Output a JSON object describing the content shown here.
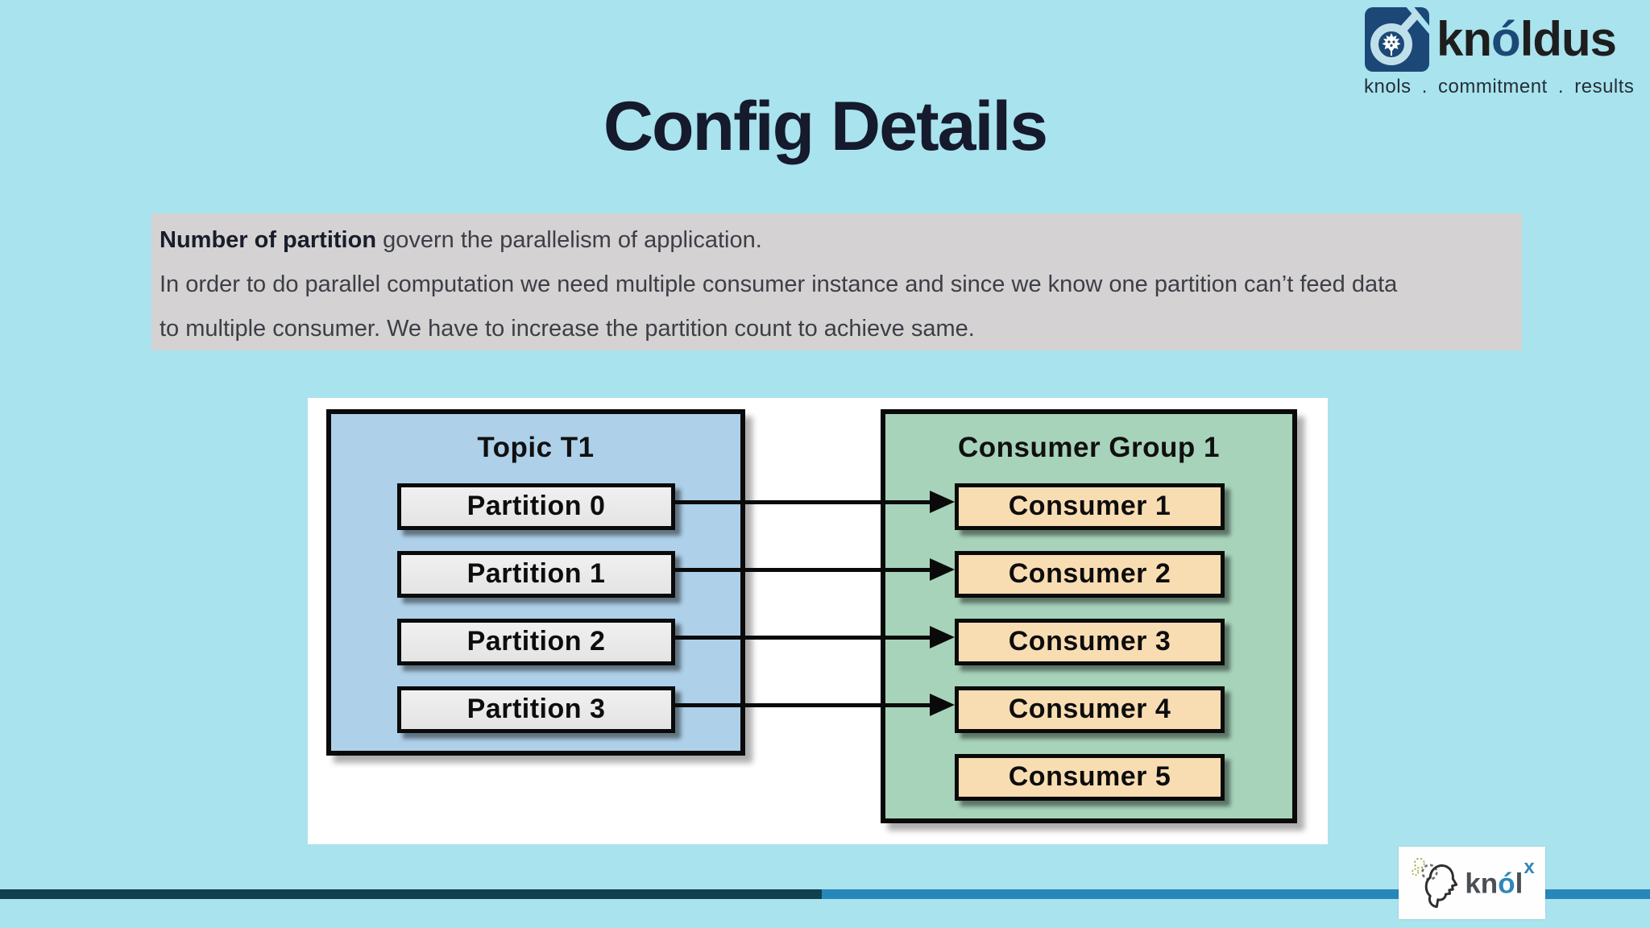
{
  "page": {
    "title": "Config Details"
  },
  "brand": {
    "logo_pre": "kn",
    "logo_accent": "ó",
    "logo_post": "ldus",
    "tagline": "knols . commitment . results",
    "navy": "#1c4877"
  },
  "note": {
    "bold_lead": "Number of partition",
    "line1_rest": " govern the parallelism of application.",
    "line2": "In order to do parallel computation we need multiple consumer instance and since we know one partition can’t feed data",
    "line3": "to multiple consumer. We have to increase the partition count to achieve same."
  },
  "diagram": {
    "topic": {
      "title": "Topic T1",
      "partitions": [
        "Partition 0",
        "Partition 1",
        "Partition 2",
        "Partition 3"
      ]
    },
    "consumer_group": {
      "title": "Consumer Group 1",
      "consumers": [
        "Consumer 1",
        "Consumer 2",
        "Consumer 3",
        "Consumer 4",
        "Consumer 5"
      ]
    },
    "connections": [
      {
        "from": "Partition 0",
        "to": "Consumer 1"
      },
      {
        "from": "Partition 1",
        "to": "Consumer 2"
      },
      {
        "from": "Partition 2",
        "to": "Consumer 3"
      },
      {
        "from": "Partition 3",
        "to": "Consumer 4"
      }
    ]
  },
  "footer": {
    "logo_pre": "kn",
    "logo_accent": "ó",
    "logo_post": "l",
    "logo_sup": "x"
  },
  "colors": {
    "background": "#a9e3ee",
    "title_text": "#151a2c",
    "note_background": "#d4d2d2",
    "topic_box": "#aed0e9",
    "consumer_group_box": "#a7d3ba",
    "partition_box": "#ebebeb",
    "consumer_box": "#f9ddb2",
    "bar_dark": "#11404f",
    "bar_light": "#2787ba",
    "knol_blue": "#2f87b8"
  }
}
